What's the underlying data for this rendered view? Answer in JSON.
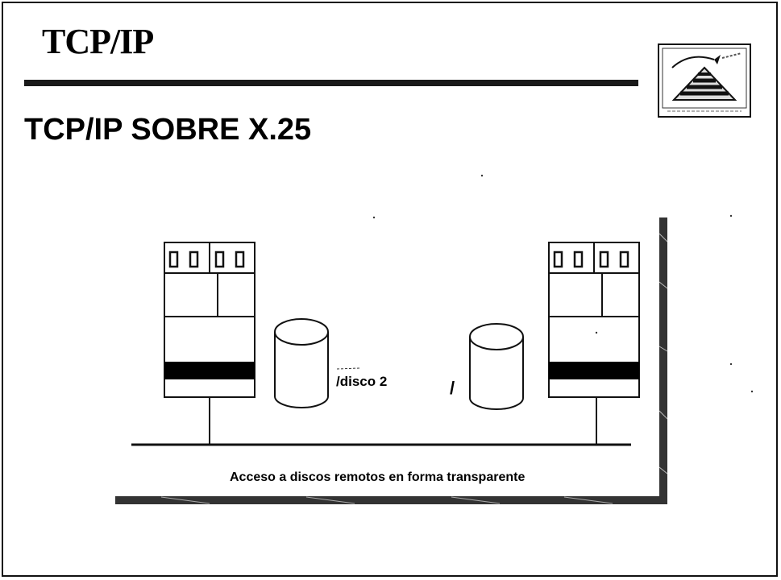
{
  "slide": {
    "title": "TCP/IP",
    "subtitle": "TCP/IP SOBRE X.25"
  },
  "diagram": {
    "disk_left_label": "/disco 2",
    "disk_right_label": "/",
    "caption": "Acceso a discos remotos en forma transparente"
  },
  "icons": {
    "logo": "pyramid-logo-icon",
    "server_left": "server-icon",
    "server_right": "server-icon",
    "disk_left": "disk-icon",
    "disk_right": "disk-icon"
  },
  "colors": {
    "ink": "#000000",
    "background": "#ffffff"
  }
}
